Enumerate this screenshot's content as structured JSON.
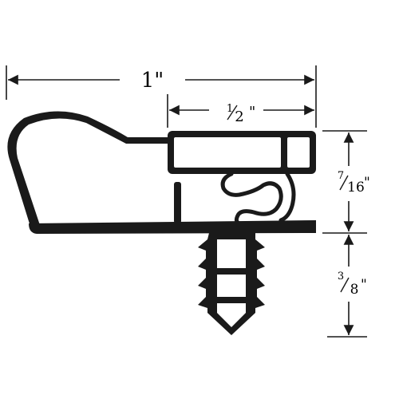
{
  "colors": {
    "ink": "#1a1a1a",
    "background": "#ffffff"
  },
  "dimensions": {
    "overall_width": {
      "whole": "1",
      "unit": "\""
    },
    "bulb_width": {
      "numerator": "1",
      "denominator": "2",
      "unit": "\""
    },
    "profile_height": {
      "numerator": "7",
      "denominator": "16",
      "unit": "\""
    },
    "dart_height": {
      "numerator": "3",
      "denominator": "8",
      "unit": "\""
    }
  }
}
